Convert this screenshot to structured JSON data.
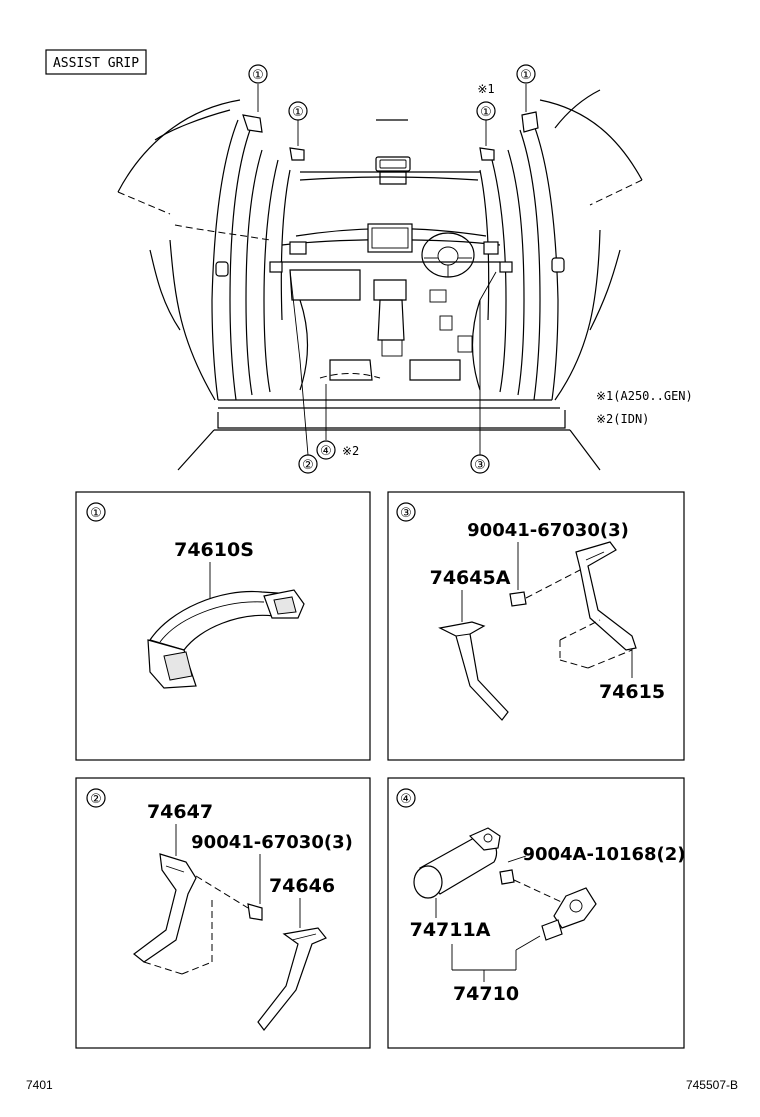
{
  "title": "ASSIST GRIP",
  "callouts": {
    "c1": "①",
    "c2": "②",
    "c3": "③",
    "c4": "④"
  },
  "notes": {
    "mark1": "※1",
    "mark2": "※2",
    "note1": "※1(A250..GEN)",
    "note2": "※2(IDN)"
  },
  "panel1": {
    "label": "①",
    "part": "74610S"
  },
  "panel2": {
    "label": "②",
    "part_bracket": "74647",
    "part_bolt": "90041-67030(3)",
    "part_cover": "74646"
  },
  "panel3": {
    "label": "③",
    "part_bolt": "90041-67030(3)",
    "part_cover": "74645A",
    "part_bracket": "74615"
  },
  "panel4": {
    "label": "④",
    "part_bolt": "9004A-10168(2)",
    "part_sub": "74711A",
    "part_assy": "74710"
  },
  "footer": {
    "left": "7401",
    "right": "745507-B"
  }
}
